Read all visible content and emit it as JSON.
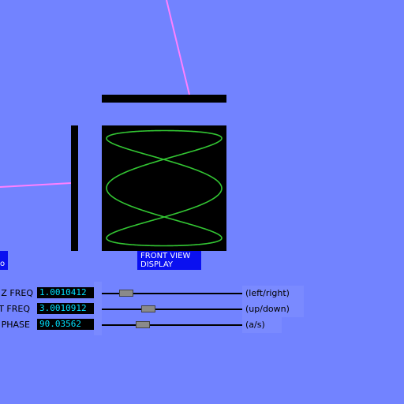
{
  "labels": {
    "front_view": "FRONT VIEW DISPLAY",
    "left_tab": "o"
  },
  "controls": [
    {
      "label": "Z FREQ",
      "value": "1.0010412",
      "hint": "(left/right)",
      "slider_fraction": 0.14
    },
    {
      "label": "T FREQ",
      "value": "3.0010912",
      "hint": "(up/down)",
      "slider_fraction": 0.31
    },
    {
      "label": "PHASE",
      "value": "90.03562",
      "hint": "(a/s)",
      "slider_fraction": 0.27
    }
  ],
  "lissajous": {
    "freq_x": 1.0010412,
    "freq_y": 3.0010912,
    "phase_deg": 90.03562
  },
  "colors": {
    "background": "#7283ff",
    "beam": "#33c633",
    "laser": "#ff80ff",
    "label_box": "#0a10f0",
    "readout_text": "#00e0ff"
  }
}
